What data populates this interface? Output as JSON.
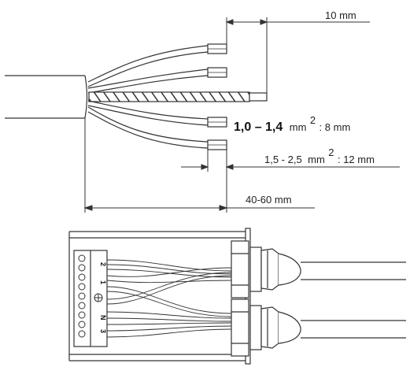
{
  "dimensions": {
    "strip_length": "10 mm",
    "awg_small_size": "1,0 – 1,4",
    "awg_small_unit": "mm",
    "awg_small_sup": "2",
    "awg_small_length": ": 8 mm",
    "awg_large_size": "1,5 - 2,5",
    "awg_large_unit": "mm",
    "awg_large_sup": "2",
    "awg_large_length": ": 12 mm",
    "sheath_strip": "40-60 mm"
  },
  "terminal_labels": [
    "2",
    "1",
    "N",
    "3"
  ]
}
